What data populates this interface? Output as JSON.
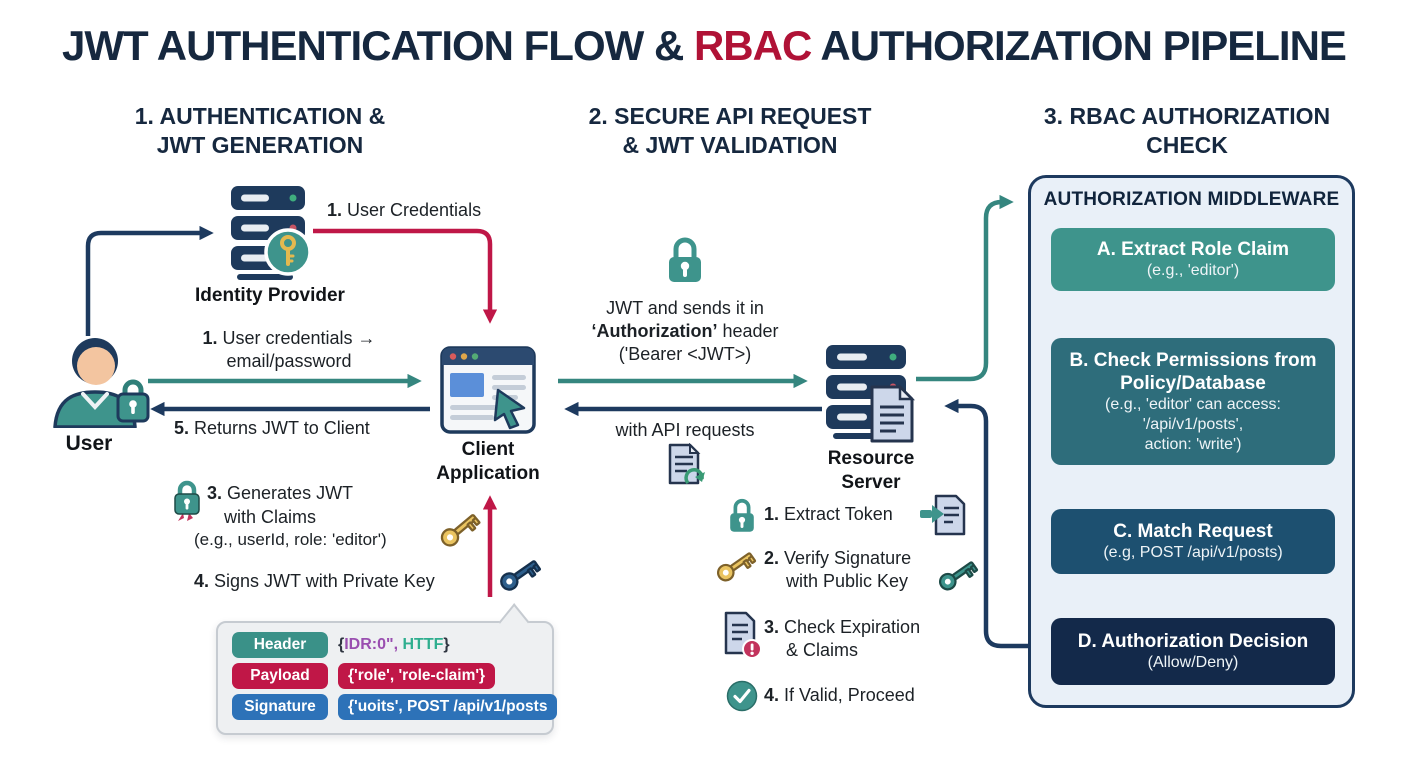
{
  "title": {
    "pre": "JWT AUTHENTICATION FLOW & ",
    "highlight": "RBAC",
    "post": " AUTHORIZATION PIPELINE"
  },
  "sections": {
    "one": {
      "line1": "1. AUTHENTICATION &",
      "line2": "JWT GENERATION"
    },
    "two": {
      "line1": "2. SECURE API REQUEST",
      "line2": "& JWT VALIDATION"
    },
    "three": {
      "line1": "3. RBAC AUTHORIZATION",
      "line2": "CHECK"
    }
  },
  "flow1": {
    "idp_label": "Identity Provider",
    "user_label": "User",
    "client_label_1": "Client",
    "client_label_2": "Application",
    "user_credentials": {
      "num": "1.",
      "text": "User Credentials"
    },
    "credentials_arrow": {
      "num": "1.",
      "text": "User credentials →",
      "line2": "email/password"
    },
    "returns_jwt": {
      "num": "5.",
      "text": "Returns JWT to Client"
    },
    "generates": {
      "num": "3.",
      "line1": "Generates JWT",
      "line2": "with Claims",
      "line3": "(e.g., userId, role: 'editor')"
    },
    "signs": {
      "num": "4.",
      "text": "Signs JWT with Private Key"
    }
  },
  "jwt_box": {
    "header_label": "Header",
    "header_value": [
      {
        "text": "{",
        "color": "#2e3440"
      },
      {
        "text": "IDR:0\",",
        "color": "#9a4fb0"
      },
      {
        "text": " HTTF",
        "color": "#2fae8f"
      },
      {
        "text": "}",
        "color": "#2e3440"
      }
    ],
    "payload_label": "Payload",
    "payload_value": "{'role', 'role-claim'}",
    "signature_label": "Signature",
    "signature_value": "{'uoits', POST /api/v1/posts"
  },
  "flow2": {
    "send_line1": "JWT and sends it in",
    "send_line2_bold": "‘Authorization’",
    "send_line2_rest": " header",
    "send_line3": "('Bearer <JWT>)",
    "with_api": "with API requests",
    "resource_label_1": "Resource",
    "resource_label_2": "Server"
  },
  "validation": [
    {
      "num": "1.",
      "lines": [
        "Extract Token"
      ]
    },
    {
      "num": "2.",
      "lines": [
        "Verify Signature",
        "with Public Key"
      ]
    },
    {
      "num": "3.",
      "lines": [
        "Check Expiration",
        "& Claims"
      ]
    },
    {
      "num": "4.",
      "lines": [
        "If Valid, Proceed"
      ]
    }
  ],
  "middleware": {
    "title": "AUTHORIZATION MIDDLEWARE",
    "a": {
      "bold1": "A. Extract Role Claim",
      "sub1": "(e.g., 'editor')"
    },
    "b": {
      "bold1": "B. Check Permissions from",
      "bold2": "Policy/Database",
      "sub1": "(e.g., 'editor' can access:",
      "sub2": "'/api/v1/posts',",
      "sub3": "action: 'write')"
    },
    "c": {
      "bold1": "C. Match Request",
      "sub1": "(e.g, POST /api/v1/posts)"
    },
    "d": {
      "bold1": "D. Authorization Decision",
      "sub1": "(Allow/Deny)"
    }
  },
  "colors": {
    "navy": "#1d3a5f",
    "teal": "#35867f",
    "crimson": "#bf1747",
    "steel": "#2d6285",
    "rbac_red": "#b01236",
    "title_navy": "#16283f"
  }
}
